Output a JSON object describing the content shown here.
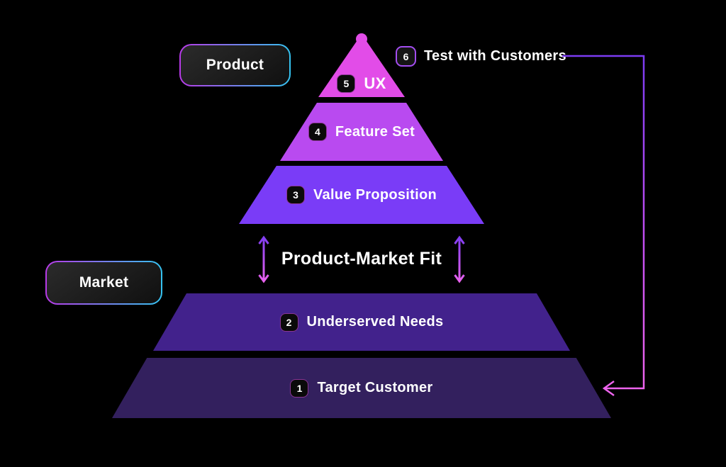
{
  "chips": {
    "product": "Product",
    "market": "Market"
  },
  "pmf_label": "Product-Market Fit",
  "pyramid_layers": [
    {
      "num": "5",
      "label": "UX",
      "color": "#e24ce8"
    },
    {
      "num": "4",
      "label": "Feature Set",
      "color": "#b94af0"
    },
    {
      "num": "3",
      "label": "Value Proposition",
      "color": "#7a3cf7"
    },
    {
      "num": "2",
      "label": "Underserved Needs",
      "color": "#42228c"
    },
    {
      "num": "1",
      "label": "Target Customer",
      "color": "#33205e"
    }
  ],
  "annotation": {
    "num": "6",
    "label": "Test with Customers"
  },
  "colors": {
    "background": "#000000",
    "arrow_gradient_top": "#7b3bf2",
    "arrow_gradient_bottom": "#ee64ee",
    "chip_border_left": "#b83ae8",
    "chip_border_right": "#35c3f0",
    "badge_background": "#0a0a0a",
    "text": "#ffffff"
  }
}
